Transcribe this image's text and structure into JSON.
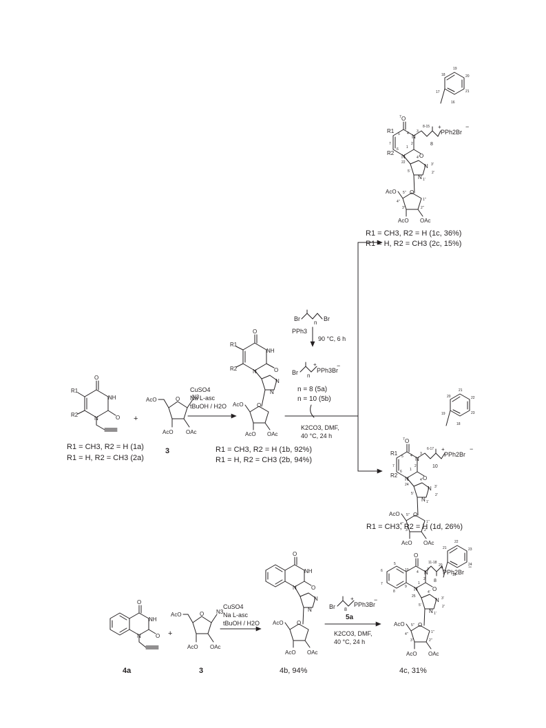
{
  "colors": {
    "ink": "#231f20",
    "background": "#ffffff"
  },
  "atoms": {
    "O": "O",
    "NH": "NH",
    "N": "N",
    "P": "P",
    "Br": "Br",
    "N3": "N3",
    "AcO": "AcO",
    "OAc": "OAc",
    "R1": "R1",
    "R2": "R2",
    "PPh3Br": "PPh3Br",
    "PPh2Br": "PPh2Br",
    "plus": "+",
    "minus": "−"
  },
  "row1": {
    "reagents_step1": [
      "CuSO4",
      "Na L-asc",
      "tBuOH / H2O"
    ],
    "reagents_step2_top": [
      "PPh3",
      "90 °C, 6 h"
    ],
    "reagents_step2_bottom": [
      "K2CO3, DMF,",
      "40 °C, 24 h"
    ],
    "dibromide_n": "n",
    "salt_n": "n",
    "salt_options": [
      "n = 8   (5a)",
      "n = 10 (5b)"
    ],
    "compound_3": "3",
    "sm_labels": [
      "R1 = CH3, R2 = H  (1a)",
      "R1 = H, R2 = CH3  (2a)"
    ],
    "mid_labels": [
      "R1 = CH3, R2 = H  (1b, 92%)",
      "R1 = H, R2 = CH3  (2b, 94%)"
    ],
    "product_top_labels": [
      "R1 = CH3, R2 = H (1c, 36%)",
      "R1 = H, R2 = CH3 (2c, 15%)"
    ],
    "product_bottom_label": "R1 = CH3, R2 = H (1d, 26%)",
    "chain_top": "8",
    "chain_bottom": "10",
    "numbering_top": [
      "7",
      "5",
      "R1",
      "4",
      "3",
      "8-15",
      "17",
      "18",
      "19",
      "20",
      "21",
      "16",
      "1",
      "2",
      "6",
      "7",
      "22",
      "4'",
      "3'",
      "2'",
      "5'",
      "1'",
      "5''",
      "4''",
      "1''",
      "3''",
      "2''"
    ],
    "numbering_bottom": [
      "7",
      "5",
      "4",
      "3",
      "6-17",
      "19",
      "20",
      "21",
      "22",
      "23",
      "18",
      "1",
      "2",
      "6",
      "7",
      "24",
      "4'",
      "3'",
      "2'",
      "5'",
      "1'",
      "5''",
      "4''",
      "1''",
      "3''",
      "2''"
    ]
  },
  "row2": {
    "reagents_step1": [
      "CuSO4",
      "Na L-asc",
      "tBuOH / H2O"
    ],
    "reagent_salt": "5a",
    "reagents_step2": [
      "K2CO3, DMF,",
      "40 °C, 24 h"
    ],
    "chain": "8",
    "sm_label": "4a",
    "azide_label": "3",
    "mid_label": "4b, 94%",
    "product_label": "4c, 31%",
    "numbering": [
      "5",
      "6",
      "7",
      "8",
      "9",
      "10",
      "4",
      "3",
      "11-18",
      "20",
      "21",
      "22",
      "23",
      "24",
      "19",
      "1",
      "2",
      "25",
      "4'",
      "3'",
      "2'",
      "5'",
      "1'",
      "5''",
      "4''",
      "1''",
      "3''",
      "2''"
    ]
  }
}
